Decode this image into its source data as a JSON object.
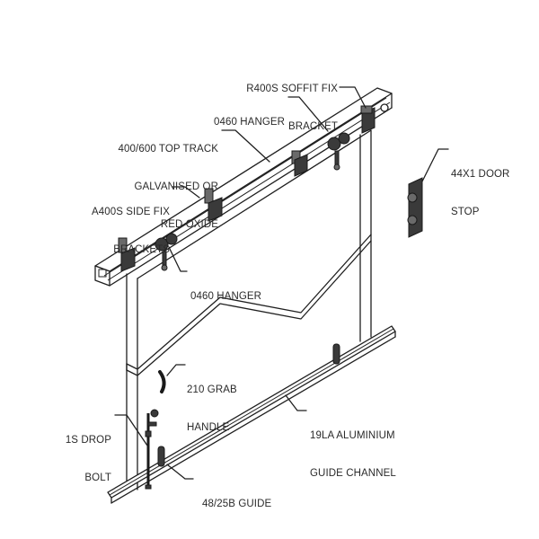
{
  "diagram": {
    "title": "Sliding door gear components",
    "labels": {
      "soffit_bracket": [
        "R400S SOFFIT FIX",
        "BRACKET"
      ],
      "hanger_top": "0460 HANGER",
      "top_track": [
        "400/600 TOP TRACK",
        "GALVANISED OR",
        "RED OXIDE"
      ],
      "side_brackets": [
        "A400S SIDE FIX",
        "BRACKETS"
      ],
      "door_stop": [
        "44X1 DOOR",
        "STOP"
      ],
      "hanger_bottom": "0460 HANGER",
      "grab_handle": [
        "210 GRAB",
        "HANDLE"
      ],
      "guide_channel": [
        "19LA ALUMINIUM",
        "GUIDE CHANNEL"
      ],
      "drop_bolt": [
        "1S DROP",
        "BOLT"
      ],
      "guide": "48/25B GUIDE"
    },
    "colors": {
      "line": "#1f1f1f",
      "text": "#2a2a2a",
      "shade": "#3a3a3a",
      "background": "#ffffff"
    }
  }
}
